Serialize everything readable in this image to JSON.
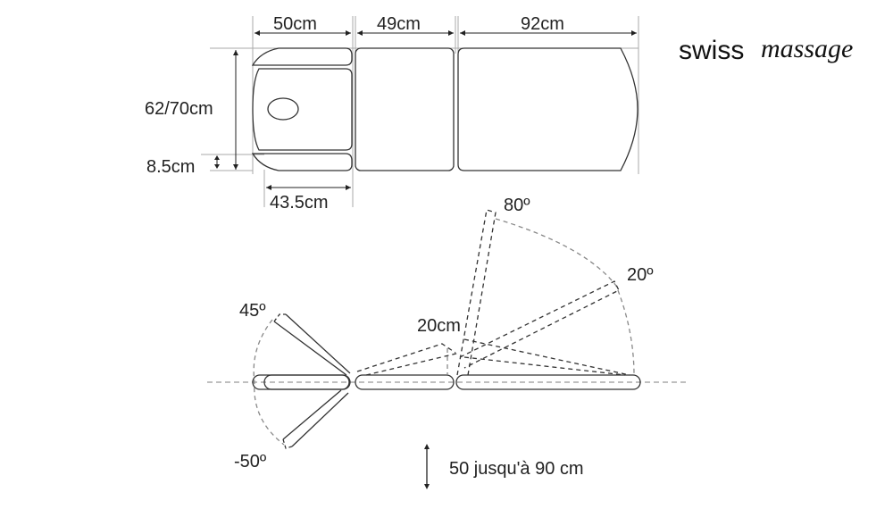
{
  "top_view": {
    "dims": {
      "head_length": "50cm",
      "middle_length": "49cm",
      "back_length": "92cm",
      "width": "62/70cm",
      "armrest_width": "8.5cm",
      "armrest_length": "43.5cm"
    }
  },
  "side_view": {
    "angles": {
      "head_up": "45º",
      "head_down": "-50º",
      "back_max": "80º",
      "back_min": "20º"
    },
    "lift": "20cm",
    "height_range": "50 jusqu'à 90 cm"
  },
  "brand": {
    "part1": "swiss",
    "part2": "massage"
  }
}
